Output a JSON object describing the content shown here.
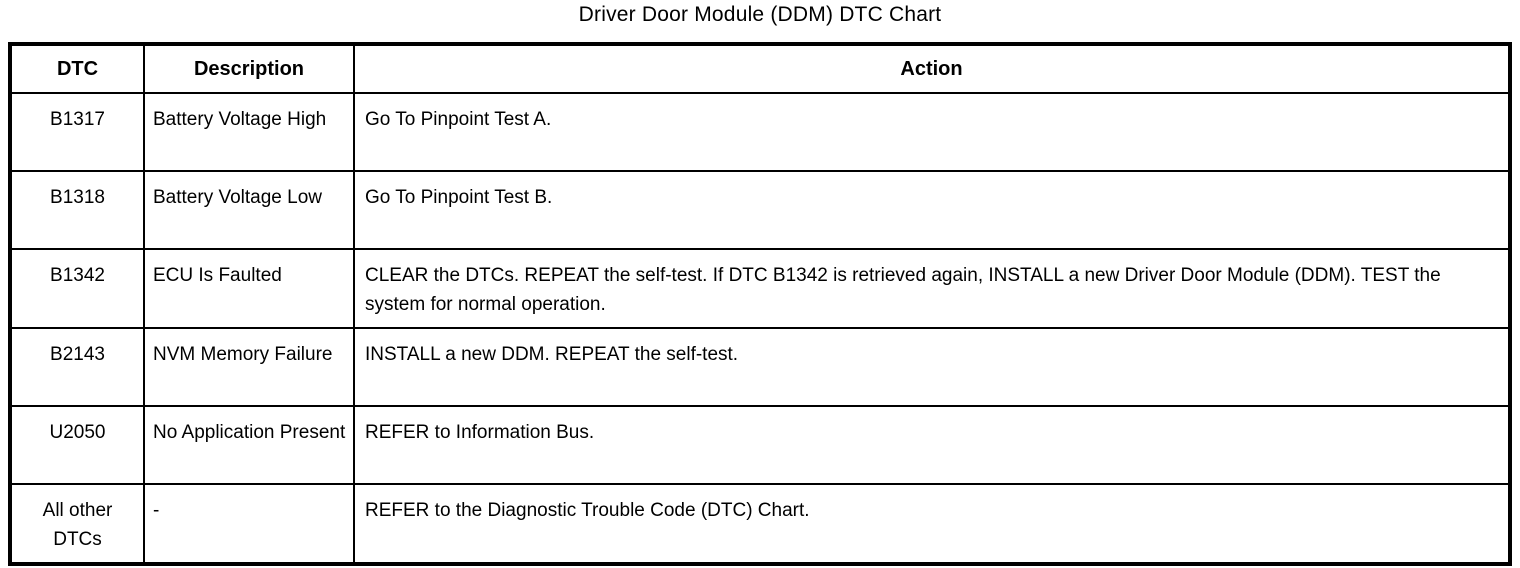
{
  "title": "Driver Door Module (DDM) DTC Chart",
  "table": {
    "headers": [
      "DTC",
      "Description",
      "Action"
    ],
    "rows": [
      {
        "dtc": "B1317",
        "description": "Battery Voltage High",
        "action": "Go To Pinpoint Test A."
      },
      {
        "dtc": "B1318",
        "description": "Battery Voltage Low",
        "action": "Go To Pinpoint Test B."
      },
      {
        "dtc": "B1342",
        "description": "ECU Is Faulted",
        "action": "CLEAR the DTCs. REPEAT the self-test. If DTC B1342 is retrieved again, INSTALL a new Driver Door Module (DDM). TEST the system for normal operation."
      },
      {
        "dtc": "B2143",
        "description": "NVM Memory Failure",
        "action": "INSTALL a new DDM. REPEAT the self-test."
      },
      {
        "dtc": "U2050",
        "description": "No Application Present",
        "action": "REFER to Information Bus."
      },
      {
        "dtc": "All other DTCs",
        "description": "-",
        "action": "REFER to the Diagnostic Trouble Code (DTC) Chart."
      }
    ]
  }
}
